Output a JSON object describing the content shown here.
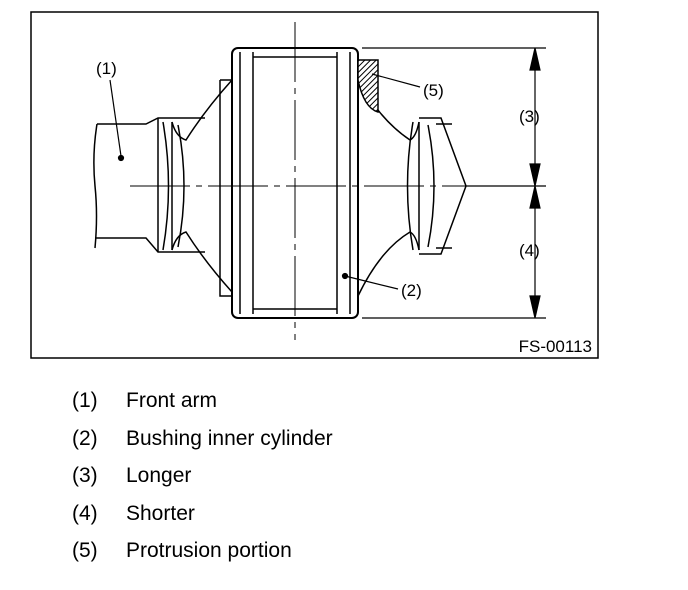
{
  "figure": {
    "code": "FS-00113",
    "callouts": [
      "(1)",
      "(2)",
      "(3)",
      "(4)",
      "(5)"
    ]
  },
  "legend": [
    {
      "num": "(1)",
      "text": "Front arm"
    },
    {
      "num": "(2)",
      "text": "Bushing inner cylinder"
    },
    {
      "num": "(3)",
      "text": "Longer"
    },
    {
      "num": "(4)",
      "text": "Shorter"
    },
    {
      "num": "(5)",
      "text": "Protrusion portion"
    }
  ]
}
